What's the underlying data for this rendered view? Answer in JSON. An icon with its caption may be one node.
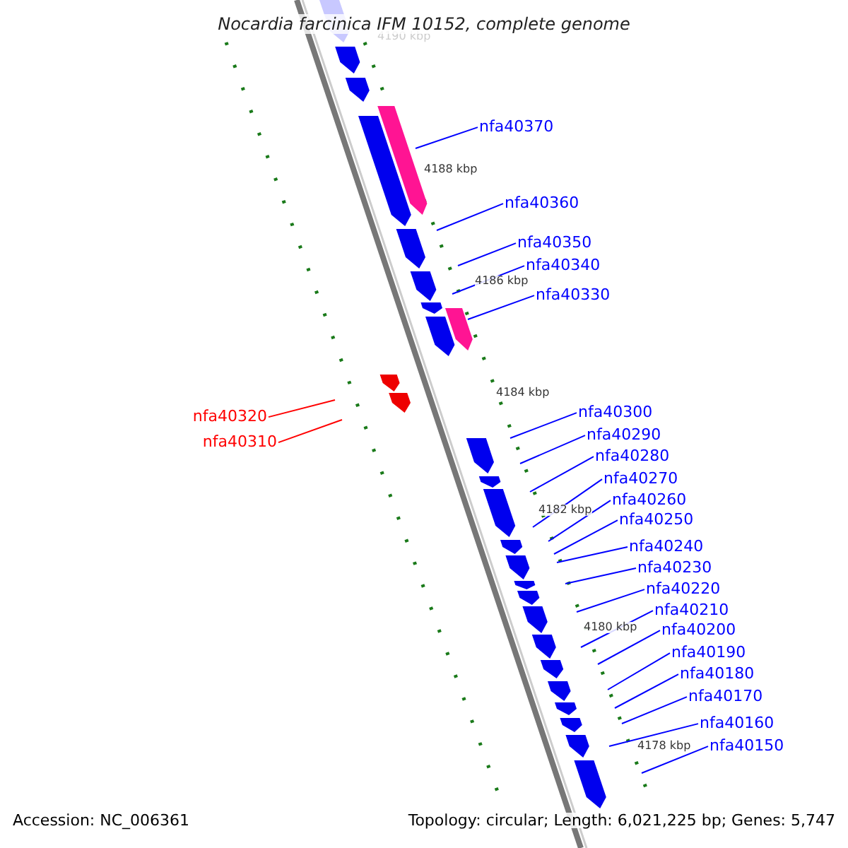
{
  "diagram": {
    "title": "Nocardia farcinica IFM 10152, complete genome",
    "nodes": [
      {
        "text": [
          "nfa40370"
        ]
      },
      {
        "text": [
          "nfa40360"
        ]
      },
      {
        "text": [
          "nfa40350"
        ]
      },
      {
        "text": [
          "nfa40340"
        ]
      },
      {
        "text": [
          "nfa40330"
        ]
      },
      {
        "text": [
          "nfa40300"
        ]
      },
      {
        "text": [
          "nfa40320"
        ]
      },
      {
        "text": [
          "nfa40290"
        ]
      },
      {
        "text": [
          "nfa40310"
        ]
      },
      {
        "text": [
          "nfa40280"
        ]
      },
      {
        "text": [
          "nfa40270"
        ]
      },
      {
        "text": [
          "nfa40260"
        ]
      },
      {
        "text": [
          "nfa40250"
        ]
      },
      {
        "text": [
          "nfa40240"
        ]
      },
      {
        "text": [
          "nfa40230"
        ]
      },
      {
        "text": [
          "nfa40220"
        ]
      },
      {
        "text": [
          "nfa40210"
        ]
      },
      {
        "text": [
          "nfa40200"
        ]
      },
      {
        "text": [
          "nfa40190"
        ]
      },
      {
        "text": [
          "nfa40180"
        ]
      },
      {
        "text": [
          "nfa40170"
        ]
      },
      {
        "text": [
          "nfa40160"
        ]
      },
      {
        "text": [
          "nfa40150"
        ]
      }
    ],
    "edges": [
      {
        "from": 0,
        "to": null,
        "arrow": "none"
      },
      {
        "from": 1,
        "to": null,
        "arrow": "none"
      },
      {
        "from": 2,
        "to": null,
        "arrow": "none"
      },
      {
        "from": 3,
        "to": null,
        "arrow": "none"
      },
      {
        "from": 4,
        "to": null,
        "arrow": "none"
      },
      {
        "from": 5,
        "to": null,
        "arrow": "none"
      },
      {
        "from": 6,
        "to": null,
        "arrow": "none",
        "color": "#ff0000"
      },
      {
        "from": 7,
        "to": null,
        "arrow": "none"
      },
      {
        "from": 8,
        "to": null,
        "arrow": "none",
        "color": "#ff0000"
      },
      {
        "from": 9,
        "to": null,
        "arrow": "none"
      },
      {
        "from": 10,
        "to": null,
        "arrow": "none"
      },
      {
        "from": 11,
        "to": null,
        "arrow": "none"
      },
      {
        "from": 12,
        "to": null,
        "arrow": "none"
      },
      {
        "from": 13,
        "to": null,
        "arrow": "none"
      },
      {
        "from": 14,
        "to": null,
        "arrow": "none"
      },
      {
        "from": 15,
        "to": null,
        "arrow": "none"
      },
      {
        "from": 16,
        "to": null,
        "arrow": "none"
      },
      {
        "from": 17,
        "to": null,
        "arrow": "none"
      },
      {
        "from": 18,
        "to": null,
        "arrow": "none"
      },
      {
        "from": 19,
        "to": null,
        "arrow": "none"
      },
      {
        "from": 20,
        "to": null,
        "arrow": "none"
      },
      {
        "from": 21,
        "to": null,
        "arrow": "none"
      },
      {
        "from": 22,
        "to": null,
        "arrow": "none"
      }
    ],
    "labels": [
      "4190 kbp",
      "4188 kbp",
      "4186 kbp",
      "4184 kbp",
      "4182 kbp",
      "4180 kbp",
      "4178 kbp",
      "Accession: NC_006361",
      "Topology: circular; Length: 6,021,225 bp; Genes: 5,747"
    ]
  }
}
